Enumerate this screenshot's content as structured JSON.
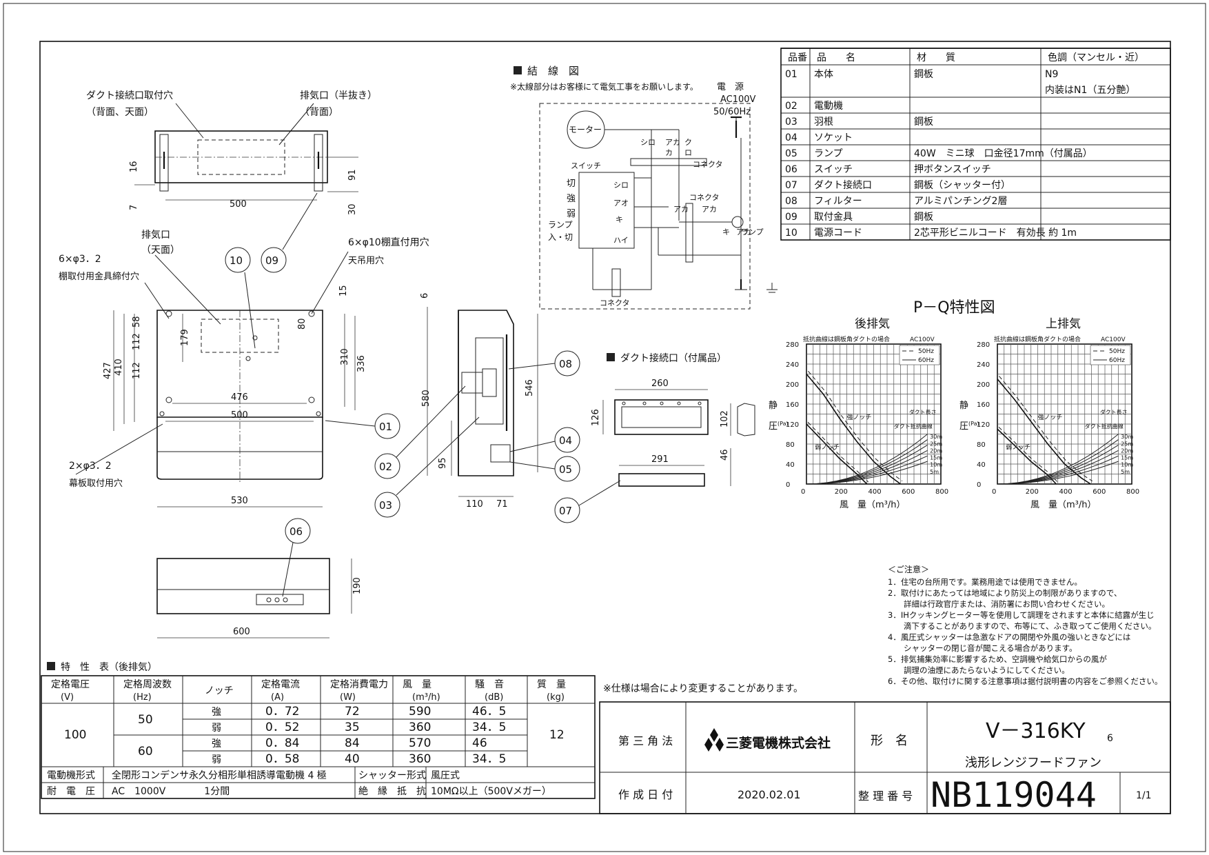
{
  "outer_frame": {},
  "top_view": {
    "label_duct_hole": "ダクト接続口取付穴",
    "label_duct_hole_sub": "（背面、天面）",
    "label_exhaust": "排気口（半抜き）",
    "label_exhaust_sub": "（背面）",
    "dim_500": "500",
    "dim_16": "16",
    "dim_7": "7",
    "dim_91": "91",
    "dim_30": "30"
  },
  "front_view": {
    "label_exhaust": "排気口",
    "label_exhaust_sub": "（天面）",
    "label_6x32": "6×φ3．2",
    "label_6x32_sub": "棚取付用金具締付穴",
    "label_6x10": "6×φ10棚直付用穴",
    "label_6x10_sub": "天吊用穴",
    "label_2x32": "2×φ3．2",
    "label_2x32_sub": "幕板取付用穴",
    "dims": [
      "15",
      "58",
      "80",
      "179",
      "112",
      "112",
      "427",
      "410",
      "310",
      "336",
      "476",
      "500",
      "530"
    ]
  },
  "side_view": {
    "dims": [
      "6",
      "580",
      "546",
      "95",
      "110",
      "71"
    ]
  },
  "bottom_view": {
    "dims": [
      "190",
      "600"
    ]
  },
  "callouts": [
    "01",
    "02",
    "03",
    "04",
    "05",
    "06",
    "07",
    "08",
    "09",
    "10"
  ],
  "wiring": {
    "title": "結　線　図",
    "note": "※太線部分はお客様にて電気工事をお願いします。",
    "power": "電　源",
    "power_v": "AC100V",
    "power_hz": "50/60Hz",
    "motor": "モーター",
    "switch": "スイッチ",
    "connector": "コネクタ",
    "lamp": "ランプ",
    "switch_labels": [
      "切",
      "強",
      "弱",
      "ランプ",
      "入・切"
    ],
    "wire_labels": [
      "シロ",
      "アオ",
      "キ",
      "ハイ",
      "シロ",
      "アカ",
      "カ",
      "ク",
      "ロ",
      "アカ",
      "アカ",
      "キ",
      "アカ"
    ]
  },
  "duct": {
    "title": "ダクト接続口（付属品）",
    "dims": [
      "260",
      "126",
      "102",
      "291",
      "46"
    ]
  },
  "parts_table": {
    "headers": [
      "品番",
      "品　　名",
      "材　　質",
      "色調（マンセル・近）"
    ],
    "rows": [
      [
        "01",
        "本体",
        "鋼板",
        "N9"
      ],
      [
        "",
        "",
        "",
        "内装はN1（五分艶）"
      ],
      [
        "02",
        "電動機",
        "",
        ""
      ],
      [
        "03",
        "羽根",
        "鋼板",
        ""
      ],
      [
        "04",
        "ソケット",
        "",
        ""
      ],
      [
        "05",
        "ランプ",
        "40W　ミニ球　口金径17mm（付属品）",
        ""
      ],
      [
        "06",
        "スイッチ",
        "押ボタンスイッチ",
        ""
      ],
      [
        "07",
        "ダクト接続口",
        "鋼板（シャッター付）",
        ""
      ],
      [
        "08",
        "フィルター",
        "アルミパンチング2層",
        ""
      ],
      [
        "09",
        "取付金具",
        "鋼板",
        ""
      ],
      [
        "10",
        "電源コード",
        "2芯平形ビニルコード　有効長 約 1m",
        ""
      ]
    ]
  },
  "pq": {
    "title": "P－Q特性図",
    "charts": [
      {
        "subtitle": "後排気",
        "note": "抵抗曲線は鋼板角ダクトの場合",
        "supply": "AC100V"
      },
      {
        "subtitle": "上排気",
        "note": "抵抗曲線は鋼板角ダクトの場合",
        "supply": "AC100V"
      }
    ],
    "legend": [
      "50Hz",
      "60Hz"
    ],
    "yticks": [
      "280",
      "240",
      "200",
      "160",
      "120",
      "80",
      "40",
      "0"
    ],
    "xticks": [
      "0",
      "200",
      "400",
      "600",
      "800"
    ],
    "ylabel": [
      "静",
      "圧",
      "(Pa)"
    ],
    "xlabel": "風　量（m³/h）",
    "strong": "強ノッチ",
    "weak": "弱ノッチ",
    "duct_len": "ダクト長さ",
    "resist": "ダクト抵抗曲線",
    "lengths": [
      "30m",
      "25m",
      "20m",
      "15m",
      "10m",
      "5m"
    ]
  },
  "notes": {
    "title": "＜ご注意＞",
    "items": [
      "1．住宅の台所用です。業務用途では使用できません。",
      "2．取付けにあたっては地域により防災上の制限がありますので、",
      "　　詳細は行政官庁または、消防署にお問い合わせください。",
      "3．IHクッキングヒーター等を使用して調理をされますと本体に結露が生じ",
      "　　滴下することがありますので、布等にて、ふき取ってご使用ください。",
      "4．風圧式シャッターは急激なドアの開閉や外風の強いときなどには",
      "　　シャッターの閉じ音が聞こえる場合があります。",
      "5．排気捕集効率に影響するため、空調機や給気口からの風が",
      "　　調理の油煙にあたらないようにしてください。",
      "6．その他、取付けに関する注意事項は据付説明書の内容をご参照ください。"
    ],
    "spec_note": "※仕様は場合により変更することがあります。"
  },
  "spec": {
    "title": "特　性　表（後排気）",
    "headers": [
      "定格電圧",
      "(V)",
      "定格周波数",
      "(Hz)",
      "ノッチ",
      "定格電流",
      "(A)",
      "定格消費電力",
      "(W)",
      "風　量",
      "(m³/h)",
      "騒　音",
      "(dB)",
      "質　量",
      "(kg)"
    ],
    "voltage": "100",
    "mass": "12",
    "rows": [
      {
        "hz": "50",
        "notch": "強",
        "a": "0．72",
        "w": "72",
        "q": "590",
        "db": "46．5"
      },
      {
        "hz": "",
        "notch": "弱",
        "a": "0．52",
        "w": "35",
        "q": "360",
        "db": "34．5"
      },
      {
        "hz": "60",
        "notch": "強",
        "a": "0．84",
        "w": "84",
        "q": "570",
        "db": "46"
      },
      {
        "hz": "",
        "notch": "弱",
        "a": "0．58",
        "w": "40",
        "q": "360",
        "db": "34．5"
      }
    ],
    "motor_label": "電動機形式",
    "motor_value": "全閉形コンデンサ永久分相形単相誘導電動機 4 極",
    "shutter_label": "シャッター形式",
    "shutter_value": "風圧式",
    "voltage_label": "耐　電　圧",
    "voltage_value": "AC　1000V　　　　1分間",
    "insul_label": "絶　縁　抵　抗",
    "insul_value": "10MΩ以上（500Vメガー）"
  },
  "title_block": {
    "projection": "第 三 角 法",
    "company": "三菱電機株式会社",
    "model_label": "形　名",
    "model": "V－316KY",
    "model_suffix": "6",
    "product": "浅形レンジフードファン",
    "date_label": "作 成 日 付",
    "date": "2020.02.01",
    "doc_label": "整 理 番 号",
    "doc_no": "NB119044",
    "page": "1/1"
  }
}
